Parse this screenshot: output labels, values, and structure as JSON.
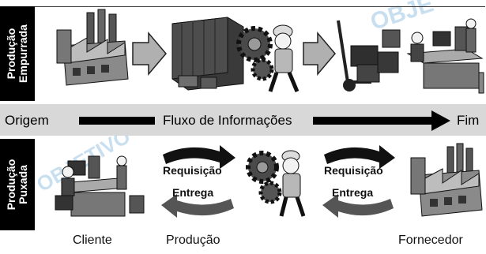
{
  "colors": {
    "band": "#d8d8d8",
    "side_label_bg": "#000000",
    "arrow_gray": "#b0b0b0",
    "watermark": "#9cc6e4"
  },
  "top_section": {
    "label_line1": "Produção",
    "label_line2": "Empurrada"
  },
  "info_band": {
    "start": "Origem",
    "middle": "Fluxo de Informações",
    "end": "Fim"
  },
  "bottom_section": {
    "label_line1": "Produção",
    "label_line2": "Puxada",
    "left_request": "Requisição",
    "left_delivery": "Entrega",
    "right_request": "Requisição",
    "right_delivery": "Entrega"
  },
  "bottom_captions": {
    "client": "Cliente",
    "production": "Produção",
    "supplier": "Fornecedor"
  },
  "watermark": {
    "top_right": "OBJE",
    "left": "OBJETIVO"
  },
  "icons": [
    "factory-icon",
    "container-icon",
    "gear-icon",
    "worker-icon",
    "hand-truck-icon",
    "office-desk-icon",
    "gray-arrow-icon"
  ]
}
